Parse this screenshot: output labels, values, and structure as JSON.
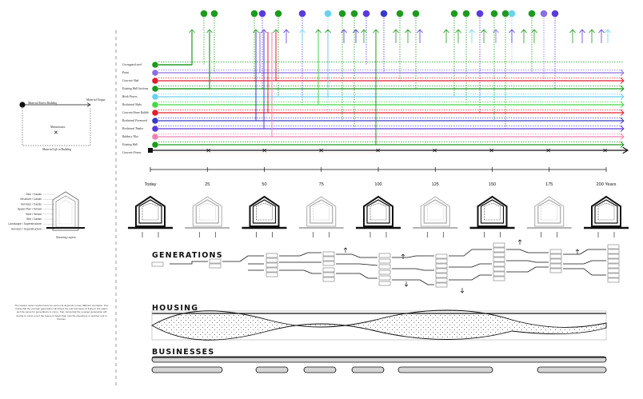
{
  "legend": {
    "left_label": "Material Enters Building",
    "right_label": "Material Output",
    "middle_label": "Maintenance",
    "caption": "Material Life in Building"
  },
  "materials": [
    {
      "name": "Corrugated steel",
      "color": "#1e9a1e"
    },
    {
      "name": "Paint",
      "color": "#8a6fe0"
    },
    {
      "name": "Concrete Slab",
      "color": "#e01e2e"
    },
    {
      "name": "Existing Wall Sections",
      "color": "#1e9a1e"
    },
    {
      "name": "Brick Pavers",
      "color": "#6ad2ee"
    },
    {
      "name": "Reclaimed Slabs",
      "color": "#46d646"
    },
    {
      "name": "Concrete/Stone Rubble",
      "color": "#e01e2e"
    },
    {
      "name": "Reclaimed Formwork",
      "color": "#3a3ac8"
    },
    {
      "name": "Reclaimed Timber",
      "color": "#5a3adc"
    },
    {
      "name": "Rubbery Tiles",
      "color": "#ee82b0"
    },
    {
      "name": "Existing Wall",
      "color": "#1e9a1e"
    },
    {
      "name": "Concrete Frame",
      "color": "#111111"
    }
  ],
  "timeline": {
    "ticks": [
      "Today",
      "25",
      "50",
      "75",
      "100",
      "125",
      "150",
      "175",
      "200 Years"
    ]
  },
  "layers": {
    "items": [
      "Skin / Cassis",
      "Structure / Cassis",
      "Services / Cassis",
      "Space Plan / Tenant",
      "Stuff / Tenant",
      "Site / Cassis",
      "Landscape / Superstructure",
      "Services / Superstructure"
    ],
    "caption": "Shearing Layers"
  },
  "note": "The square meter requirements for each unit depends on two different scenarios. One being that the younger generation will inherit the unit and keep on living in the space and the same for generations to come. Two, being that the younger generation will decide to move out of the house to begin their own life elsewhere or another unit in Pécnau.",
  "sections": {
    "generations": "GENERATIONS",
    "housing": "HOUSING",
    "businesses": "BUSINESSES"
  }
}
